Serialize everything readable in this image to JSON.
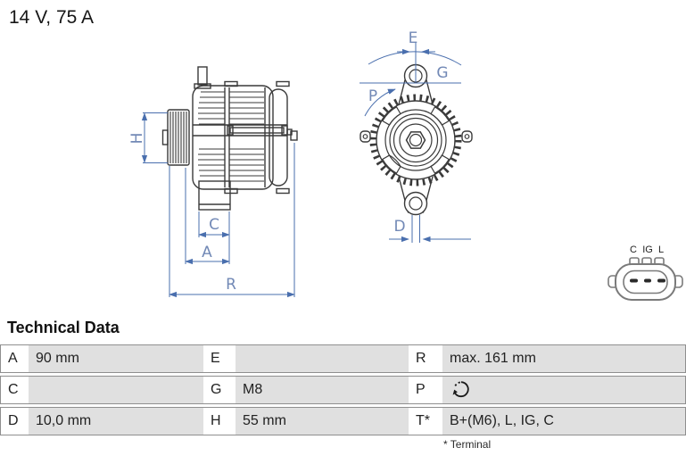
{
  "title": "14 V, 75 A",
  "drawings": {
    "side_view": {
      "labels": {
        "h": "H",
        "c": "C",
        "a": "A",
        "r": "R"
      }
    },
    "front_view": {
      "labels": {
        "e": "E",
        "g": "G",
        "p": "P",
        "d": "D"
      }
    },
    "connector": {
      "pin_labels": {
        "c": "C",
        "ig": "IG",
        "l": "L"
      }
    }
  },
  "technical_data": {
    "heading": "Technical Data",
    "rows": [
      {
        "c1l": "A",
        "c1v": "90 mm",
        "c2l": "E",
        "c2v": "",
        "c3l": "R",
        "c3v": "max. 161 mm"
      },
      {
        "c1l": "C",
        "c1v": "",
        "c2l": "G",
        "c2v": "M8",
        "c3l": "P",
        "c3v": "",
        "c3icon": "rotation-direction-icon"
      },
      {
        "c1l": "D",
        "c1v": "10,0 mm",
        "c2l": "H",
        "c2v": "55 mm",
        "c3l": "T*",
        "c3v": "B+(M6), L, IG, C"
      }
    ],
    "footnote": "* Terminal"
  },
  "colors": {
    "dimension_blue": "#4a6fae",
    "dimension_label_blue": "#7289b6",
    "drawing_line": "#3a3a3a",
    "connector_gray": "#7a7a7a",
    "table_cell_gray": "#e0e0e0",
    "table_border_gray": "#8f8f8f"
  }
}
